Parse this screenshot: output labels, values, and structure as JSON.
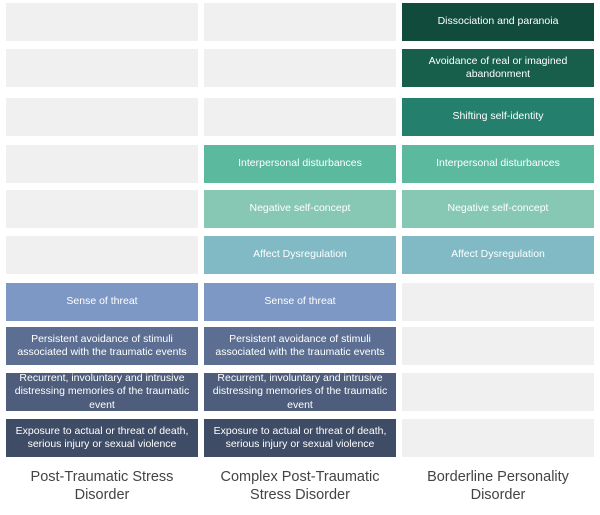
{
  "columns": [
    {
      "label": "Post-Traumatic Stress Disorder",
      "cells": [
        {
          "text": "",
          "color": "#f0f0f0"
        },
        {
          "text": "",
          "color": "#f0f0f0"
        },
        {
          "text": "",
          "color": "#f0f0f0"
        },
        {
          "text": "",
          "color": "#f0f0f0"
        },
        {
          "text": "",
          "color": "#f0f0f0"
        },
        {
          "text": "",
          "color": "#f0f0f0"
        },
        {
          "text": "Sense of threat",
          "color": "#7d98c4"
        },
        {
          "text": "Persistent avoidance of stimuli associated with the traumatic events",
          "color": "#5c6f92"
        },
        {
          "text": "Recurrent, involuntary and intrusive distressing memories of the traumatic event",
          "color": "#4e5d7b"
        },
        {
          "text": "Exposure to actual or threat of death, serious injury or sexual violence",
          "color": "#3f4c66"
        }
      ]
    },
    {
      "label": "Complex Post-Traumatic Stress Disorder",
      "cells": [
        {
          "text": "",
          "color": "#f0f0f0"
        },
        {
          "text": "",
          "color": "#f0f0f0"
        },
        {
          "text": "",
          "color": "#f0f0f0"
        },
        {
          "text": "Interpersonal disturbances",
          "color": "#5bb99e"
        },
        {
          "text": "Negative self-concept",
          "color": "#86c8b3"
        },
        {
          "text": "Affect Dysregulation",
          "color": "#81bac5"
        },
        {
          "text": "Sense of threat",
          "color": "#7d98c4"
        },
        {
          "text": "Persistent avoidance of stimuli associated with the traumatic events",
          "color": "#5c6f92"
        },
        {
          "text": "Recurrent, involuntary and intrusive distressing memories of the traumatic event",
          "color": "#4e5d7b"
        },
        {
          "text": "Exposure to actual or threat of death, serious injury or sexual violence",
          "color": "#3f4c66"
        }
      ]
    },
    {
      "label": "Borderline Personality Disorder",
      "cells": [
        {
          "text": "Dissociation and paranoia",
          "color": "#114b3c"
        },
        {
          "text": "Avoidance of real or imagined abandonment",
          "color": "#175f4b"
        },
        {
          "text": "Shifting self-identity",
          "color": "#247f6c"
        },
        {
          "text": "Interpersonal disturbances",
          "color": "#5bb99e"
        },
        {
          "text": "Negative self-concept",
          "color": "#86c8b3"
        },
        {
          "text": "Affect Dysregulation",
          "color": "#81bac5"
        },
        {
          "text": "",
          "color": "#f0f0f0"
        },
        {
          "text": "",
          "color": "#f0f0f0"
        },
        {
          "text": "",
          "color": "#f0f0f0"
        },
        {
          "text": "",
          "color": "#f0f0f0"
        }
      ]
    }
  ]
}
